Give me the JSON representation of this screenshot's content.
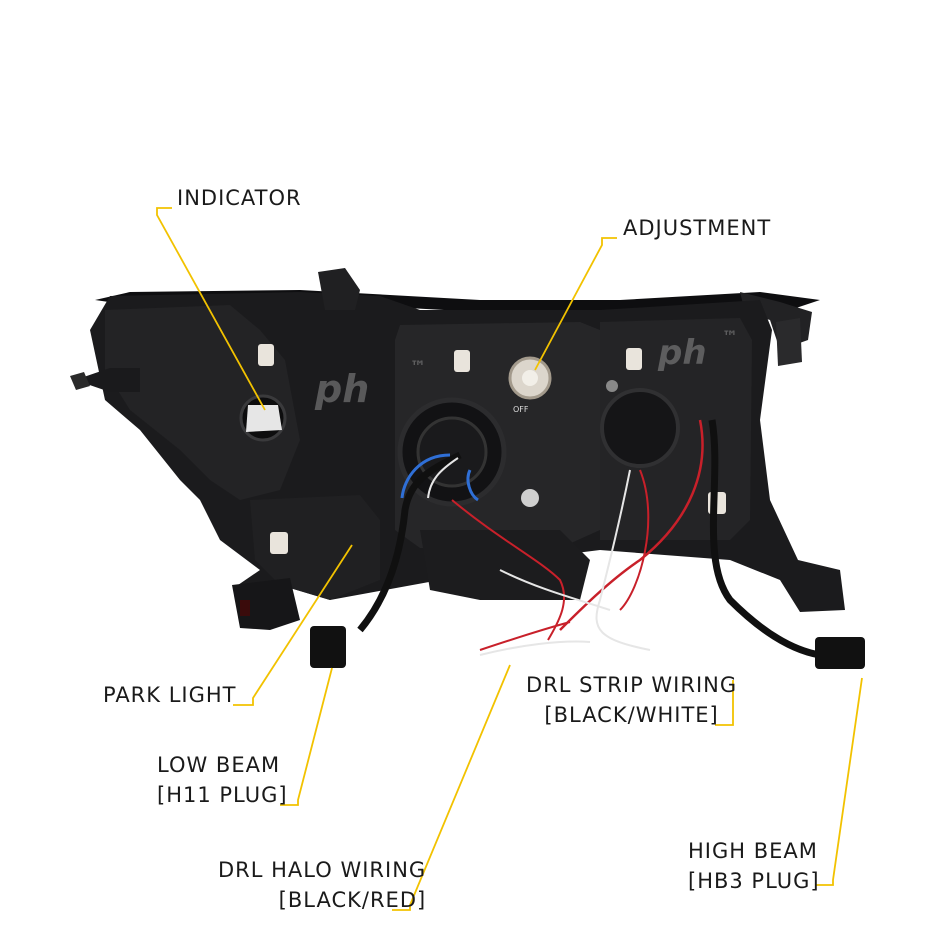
{
  "image": {
    "subject": "headlight-rear-view",
    "watermark": {
      "text": "ph",
      "mark": "™"
    },
    "lens_markings": {
      "off_marker": "OFF"
    },
    "colors": {
      "background": "#ffffff",
      "housing": "#1b1b1d",
      "callout_line": "#f2c200",
      "label_text": "#1a1a1a",
      "wire_red": "#c8202a",
      "wire_blue": "#2f6fd6",
      "wire_white": "#e6e6e6"
    }
  },
  "labels": {
    "indicator": {
      "text": "INDICATOR"
    },
    "adjustment": {
      "text": "ADJUSTMENT"
    },
    "park_light": {
      "text": "PARK LIGHT"
    },
    "low_beam": {
      "line1": "LOW BEAM",
      "line2": "[H11 PLUG]"
    },
    "drl_strip_wiring": {
      "line1": "DRL STRIP WIRING",
      "line2": "[BLACK/WHITE]"
    },
    "drl_halo_wiring": {
      "line1": "DRL HALO WIRING",
      "line2": "[BLACK/RED]"
    },
    "high_beam": {
      "line1": "HIGH BEAM",
      "line2": "[HB3 PLUG]"
    }
  }
}
